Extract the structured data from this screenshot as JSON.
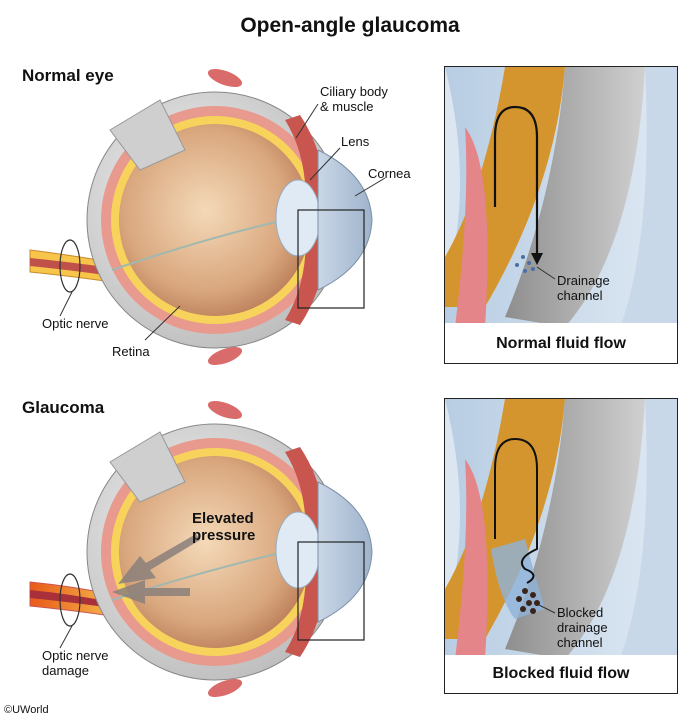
{
  "title": "Open-angle glaucoma",
  "normal": {
    "heading": "Normal eye",
    "labels": {
      "ciliary": "Ciliary body\n& muscle",
      "lens": "Lens",
      "cornea": "Cornea",
      "optic_nerve": "Optic nerve",
      "retina": "Retina"
    },
    "inset": {
      "caption": "Normal fluid flow",
      "drainage": "Drainage\nchannel"
    }
  },
  "glaucoma": {
    "heading": "Glaucoma",
    "labels": {
      "pressure": "Elevated\npressure",
      "optic_damage": "Optic nerve\ndamage"
    },
    "inset": {
      "caption": "Blocked fluid flow",
      "blocked": "Blocked\ndrainage\nchannel"
    }
  },
  "credit": "©UWorld"
}
